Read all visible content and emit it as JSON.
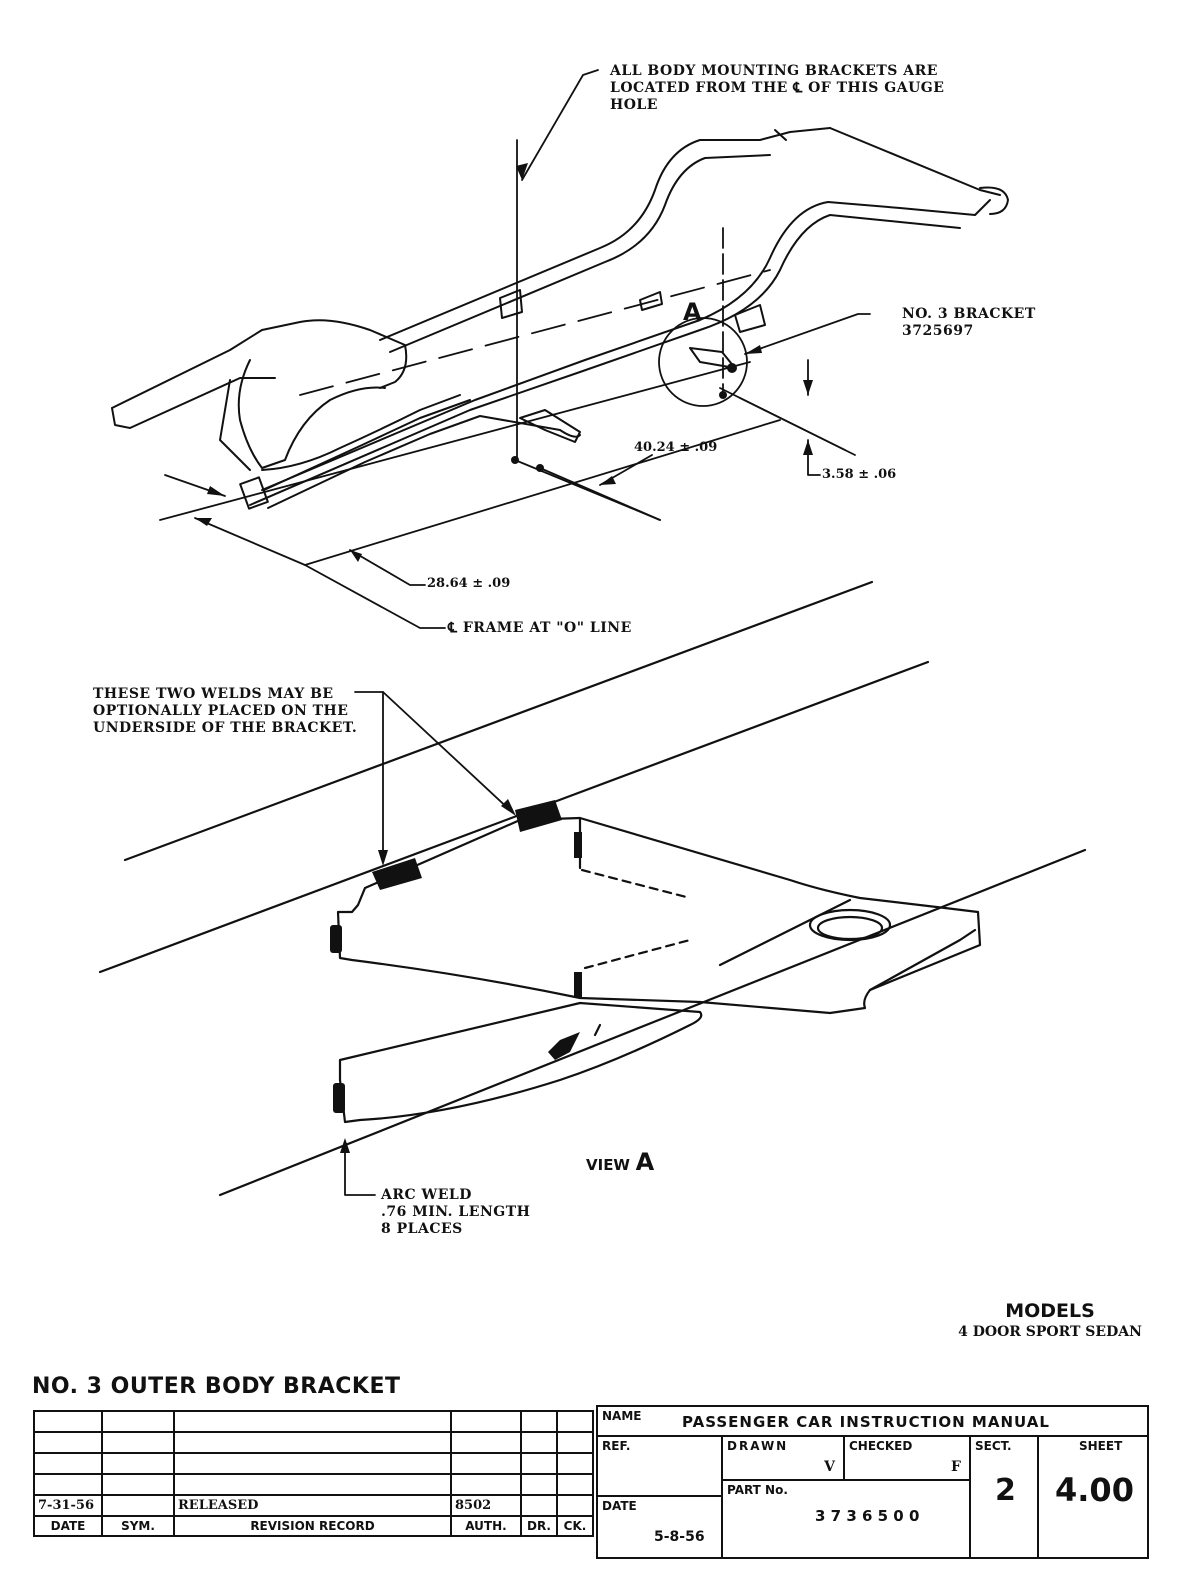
{
  "notes": {
    "gauge_hole": [
      "ALL BODY MOUNTING BRACKETS ARE",
      "LOCATED FROM THE ℄ OF THIS GAUGE",
      "HOLE"
    ],
    "bracket": [
      "NO. 3 BRACKET",
      "3725697"
    ],
    "welds": [
      "THESE TWO WELDS MAY BE",
      "OPTIONALLY PLACED ON THE",
      "UNDERSIDE OF THE BRACKET."
    ],
    "arc_weld": [
      "ARC WELD",
      ".76 MIN. LENGTH",
      "8 PLACES"
    ],
    "frame_line": "℄ FRAME AT \"O\" LINE"
  },
  "dimensions": {
    "longitudinal": "40.24 ± .09",
    "vertical": "3.58 ± .06",
    "lateral": "28.64 ± .09"
  },
  "callout": {
    "letter": "A"
  },
  "view_label": {
    "prefix": "VIEW",
    "letter": "A"
  },
  "models": {
    "heading": "MODELS",
    "items": [
      "4 DOOR SPORT SEDAN"
    ]
  },
  "title": "NO. 3 OUTER BODY BRACKET",
  "revision_table": {
    "headers": [
      "DATE",
      "SYM.",
      "REVISION RECORD",
      "AUTH.",
      "DR.",
      "CK."
    ],
    "rows": [
      [
        "",
        "",
        "",
        "",
        "",
        ""
      ],
      [
        "",
        "",
        "",
        "",
        "",
        ""
      ],
      [
        "",
        "",
        "",
        "",
        "",
        ""
      ],
      [
        "",
        "",
        "",
        "",
        "",
        ""
      ],
      [
        "7-31-56",
        "",
        "RELEASED",
        "8502",
        "",
        ""
      ]
    ]
  },
  "title_block": {
    "name_label": "NAME",
    "name_value": "PASSENGER CAR INSTRUCTION MANUAL",
    "ref_label": "REF.",
    "drawn_label": "DRAWN",
    "drawn_value": "V",
    "checked_label": "CHECKED",
    "checked_value": "F",
    "sect_label": "SECT.",
    "sect_value": "2",
    "sheet_label": "SHEET",
    "sheet_value": "4.00",
    "date_label": "DATE",
    "date_value": "5-8-56",
    "part_label": "PART No.",
    "part_value": "3 7 3 6 5 0 0"
  }
}
